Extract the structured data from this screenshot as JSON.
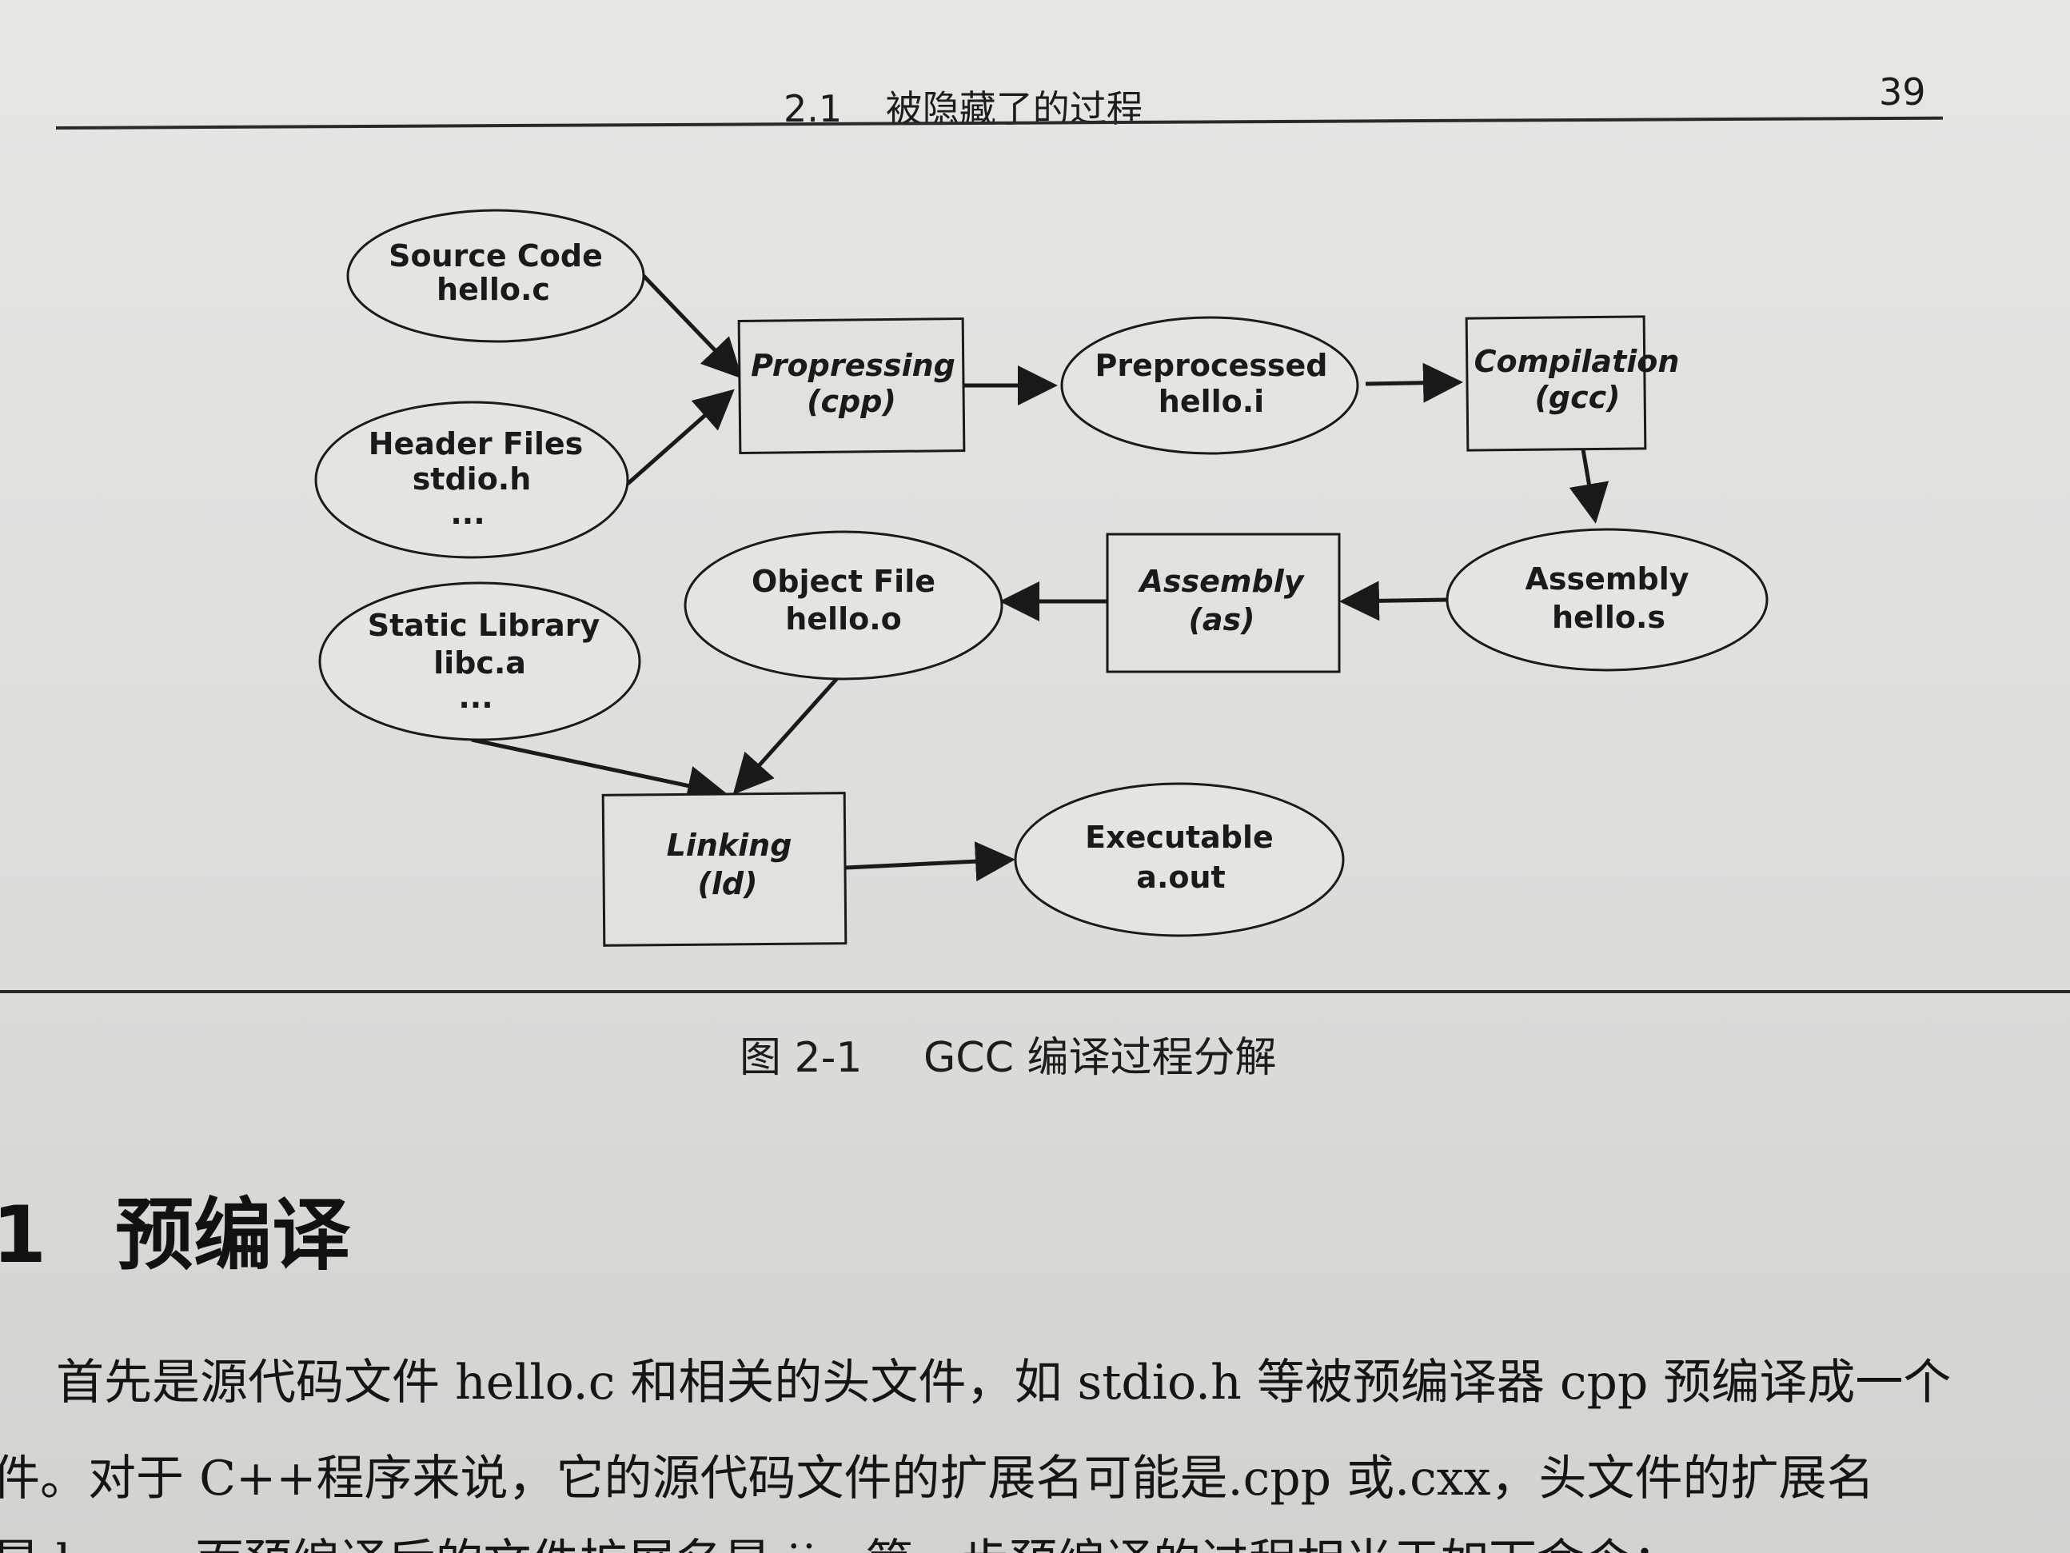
{
  "header": {
    "section_number": "2.1",
    "section_title": "被隐藏了的过程",
    "page_number": "39"
  },
  "diagram": {
    "source_code": {
      "line1": "Source Code",
      "line2": "hello.c"
    },
    "header_files": {
      "line1": "Header Files",
      "line2": "stdio.h",
      "line3": "..."
    },
    "static_library": {
      "line1": "Static Library",
      "line2": "libc.a",
      "line3": "..."
    },
    "propressing": {
      "line1": "Propressing",
      "line2": "(cpp)"
    },
    "preprocessed": {
      "line1": "Preprocessed",
      "line2": "hello.i"
    },
    "compilation": {
      "line1": "Compilation",
      "line2": "(gcc)"
    },
    "assembly_file": {
      "line1": "Assembly",
      "line2": "hello.s"
    },
    "assembly_step": {
      "line1": "Assembly",
      "line2": "(as)"
    },
    "object_file": {
      "line1": "Object File",
      "line2": "hello.o"
    },
    "linking": {
      "line1": "Linking",
      "line2": "(ld)"
    },
    "executable": {
      "line1": "Executable",
      "line2": "a.out"
    }
  },
  "caption": {
    "figure_number": "图 2-1",
    "title": "GCC 编译过程分解"
  },
  "section": {
    "number": "1",
    "title": "预编译"
  },
  "body": {
    "line1": "首先是源代码文件 hello.c 和相关的头文件，如 stdio.h 等被预编译器 cpp 预编译成一个",
    "line2": "件。对于 C++程序来说，它的源代码文件的扩展名可能是.cpp 或.cxx，头文件的扩展名",
    "line3": "是.hpp，而预编译后的文件扩展名是.ii。第一步预编译的过程相当于如下命令："
  }
}
